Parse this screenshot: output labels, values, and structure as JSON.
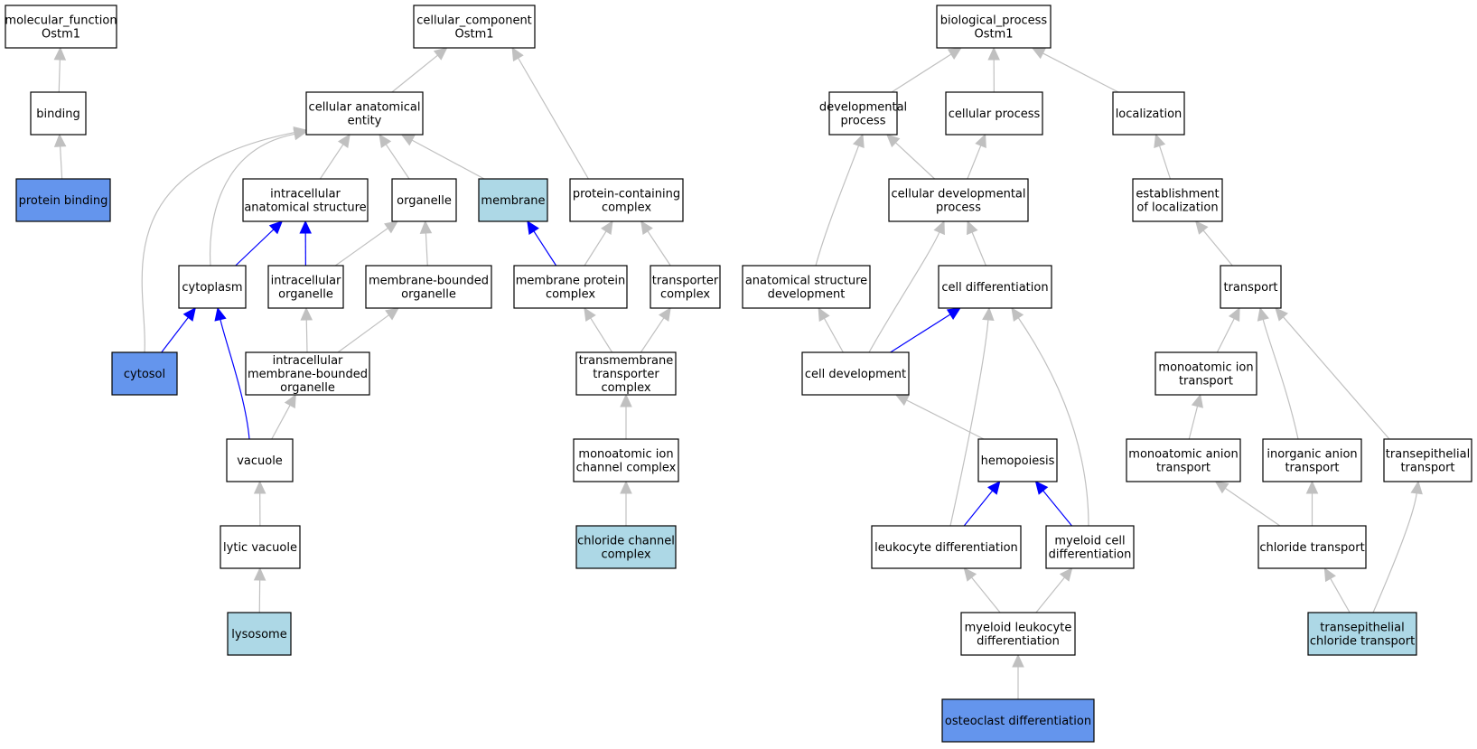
{
  "colors": {
    "node_default": "#ffffff",
    "node_light": "#add8e6",
    "node_dark": "#6495ed",
    "edge_grey": "#c0c0c0",
    "edge_blue": "#0000ff",
    "stroke": "#000000"
  },
  "nodes": [
    {
      "id": "mf",
      "lines": [
        "molecular_function",
        "Ostm1"
      ],
      "fill": "default"
    },
    {
      "id": "binding",
      "lines": [
        "binding"
      ],
      "fill": "default"
    },
    {
      "id": "protein_binding",
      "lines": [
        "protein binding"
      ],
      "fill": "dark"
    },
    {
      "id": "cc",
      "lines": [
        "cellular_component",
        "Ostm1"
      ],
      "fill": "default"
    },
    {
      "id": "cae",
      "lines": [
        "cellular anatomical",
        "entity"
      ],
      "fill": "default"
    },
    {
      "id": "ias",
      "lines": [
        "intracellular",
        "anatomical structure"
      ],
      "fill": "default"
    },
    {
      "id": "organelle",
      "lines": [
        "organelle"
      ],
      "fill": "default"
    },
    {
      "id": "membrane",
      "lines": [
        "membrane"
      ],
      "fill": "light"
    },
    {
      "id": "pcc",
      "lines": [
        "protein-containing",
        "complex"
      ],
      "fill": "default"
    },
    {
      "id": "cytoplasm",
      "lines": [
        "cytoplasm"
      ],
      "fill": "default"
    },
    {
      "id": "io",
      "lines": [
        "intracellular",
        "organelle"
      ],
      "fill": "default"
    },
    {
      "id": "mbo",
      "lines": [
        "membrane-bounded",
        "organelle"
      ],
      "fill": "default"
    },
    {
      "id": "mpc",
      "lines": [
        "membrane protein",
        "complex"
      ],
      "fill": "default"
    },
    {
      "id": "tc",
      "lines": [
        "transporter",
        "complex"
      ],
      "fill": "default"
    },
    {
      "id": "cytosol",
      "lines": [
        "cytosol"
      ],
      "fill": "dark"
    },
    {
      "id": "imbo",
      "lines": [
        "intracellular",
        "membrane-bounded",
        "organelle"
      ],
      "fill": "default"
    },
    {
      "id": "ttc",
      "lines": [
        "transmembrane",
        "transporter",
        "complex"
      ],
      "fill": "default"
    },
    {
      "id": "vacuole",
      "lines": [
        "vacuole"
      ],
      "fill": "default"
    },
    {
      "id": "micc",
      "lines": [
        "monoatomic ion",
        "channel complex"
      ],
      "fill": "default"
    },
    {
      "id": "lv",
      "lines": [
        "lytic vacuole"
      ],
      "fill": "default"
    },
    {
      "id": "ccc",
      "lines": [
        "chloride channel",
        "complex"
      ],
      "fill": "light"
    },
    {
      "id": "lysosome",
      "lines": [
        "lysosome"
      ],
      "fill": "light"
    },
    {
      "id": "bp",
      "lines": [
        "biological_process",
        "Ostm1"
      ],
      "fill": "default"
    },
    {
      "id": "dp",
      "lines": [
        "developmental",
        "process"
      ],
      "fill": "default"
    },
    {
      "id": "cp",
      "lines": [
        "cellular process"
      ],
      "fill": "default"
    },
    {
      "id": "loc",
      "lines": [
        "localization"
      ],
      "fill": "default"
    },
    {
      "id": "cdp",
      "lines": [
        "cellular developmental",
        "process"
      ],
      "fill": "default"
    },
    {
      "id": "eol",
      "lines": [
        "establishment",
        "of localization"
      ],
      "fill": "default"
    },
    {
      "id": "asd",
      "lines": [
        "anatomical structure",
        "development"
      ],
      "fill": "default"
    },
    {
      "id": "cdiff",
      "lines": [
        "cell differentiation"
      ],
      "fill": "default"
    },
    {
      "id": "transport",
      "lines": [
        "transport"
      ],
      "fill": "default"
    },
    {
      "id": "cdev",
      "lines": [
        "cell development"
      ],
      "fill": "default"
    },
    {
      "id": "mit",
      "lines": [
        "monoatomic ion",
        "transport"
      ],
      "fill": "default"
    },
    {
      "id": "hemo",
      "lines": [
        "hemopoiesis"
      ],
      "fill": "default"
    },
    {
      "id": "mat",
      "lines": [
        "monoatomic anion",
        "transport"
      ],
      "fill": "default"
    },
    {
      "id": "iat",
      "lines": [
        "inorganic anion",
        "transport"
      ],
      "fill": "default"
    },
    {
      "id": "tet",
      "lines": [
        "transepithelial",
        "transport"
      ],
      "fill": "default"
    },
    {
      "id": "ld",
      "lines": [
        "leukocyte differentiation"
      ],
      "fill": "default"
    },
    {
      "id": "mcd",
      "lines": [
        "myeloid cell",
        "differentiation"
      ],
      "fill": "default"
    },
    {
      "id": "clt",
      "lines": [
        "chloride transport"
      ],
      "fill": "default"
    },
    {
      "id": "mld",
      "lines": [
        "myeloid leukocyte",
        "differentiation"
      ],
      "fill": "default"
    },
    {
      "id": "tect",
      "lines": [
        "transepithelial",
        "chloride transport"
      ],
      "fill": "light"
    },
    {
      "id": "od",
      "lines": [
        "osteoclast differentiation"
      ],
      "fill": "dark"
    }
  ],
  "edges": [
    {
      "from": "binding",
      "to": "mf",
      "color": "grey"
    },
    {
      "from": "protein_binding",
      "to": "binding",
      "color": "grey"
    },
    {
      "from": "cae",
      "to": "cc",
      "color": "grey"
    },
    {
      "from": "pcc",
      "to": "cc",
      "color": "grey"
    },
    {
      "from": "ias",
      "to": "cae",
      "color": "grey"
    },
    {
      "from": "organelle",
      "to": "cae",
      "color": "grey"
    },
    {
      "from": "membrane",
      "to": "cae",
      "color": "grey"
    },
    {
      "from": "cytoplasm",
      "to": "cae",
      "color": "grey"
    },
    {
      "from": "cytosol",
      "to": "cae",
      "color": "grey"
    },
    {
      "from": "cytoplasm",
      "to": "ias",
      "color": "blue"
    },
    {
      "from": "io",
      "to": "ias",
      "color": "blue"
    },
    {
      "from": "io",
      "to": "organelle",
      "color": "grey"
    },
    {
      "from": "mbo",
      "to": "organelle",
      "color": "grey"
    },
    {
      "from": "mpc",
      "to": "membrane",
      "color": "blue"
    },
    {
      "from": "mpc",
      "to": "pcc",
      "color": "grey"
    },
    {
      "from": "tc",
      "to": "pcc",
      "color": "grey"
    },
    {
      "from": "cytosol",
      "to": "cytoplasm",
      "color": "blue"
    },
    {
      "from": "vacuole",
      "to": "cytoplasm",
      "color": "blue"
    },
    {
      "from": "imbo",
      "to": "io",
      "color": "grey"
    },
    {
      "from": "imbo",
      "to": "mbo",
      "color": "grey"
    },
    {
      "from": "ttc",
      "to": "mpc",
      "color": "grey"
    },
    {
      "from": "ttc",
      "to": "tc",
      "color": "grey"
    },
    {
      "from": "vacuole",
      "to": "imbo",
      "color": "grey"
    },
    {
      "from": "micc",
      "to": "ttc",
      "color": "grey"
    },
    {
      "from": "lv",
      "to": "vacuole",
      "color": "grey"
    },
    {
      "from": "ccc",
      "to": "micc",
      "color": "grey"
    },
    {
      "from": "lysosome",
      "to": "lv",
      "color": "grey"
    },
    {
      "from": "dp",
      "to": "bp",
      "color": "grey"
    },
    {
      "from": "cp",
      "to": "bp",
      "color": "grey"
    },
    {
      "from": "loc",
      "to": "bp",
      "color": "grey"
    },
    {
      "from": "cdp",
      "to": "dp",
      "color": "grey"
    },
    {
      "from": "cdp",
      "to": "cp",
      "color": "grey"
    },
    {
      "from": "asd",
      "to": "dp",
      "color": "grey"
    },
    {
      "from": "eol",
      "to": "loc",
      "color": "grey"
    },
    {
      "from": "cdiff",
      "to": "cdp",
      "color": "grey"
    },
    {
      "from": "cdev",
      "to": "cdp",
      "color": "grey"
    },
    {
      "from": "transport",
      "to": "eol",
      "color": "grey"
    },
    {
      "from": "cdev",
      "to": "asd",
      "color": "grey"
    },
    {
      "from": "cdev",
      "to": "cdiff",
      "color": "blue"
    },
    {
      "from": "ld",
      "to": "cdiff",
      "color": "grey"
    },
    {
      "from": "mcd",
      "to": "cdiff",
      "color": "grey"
    },
    {
      "from": "hemo",
      "to": "cdev",
      "color": "grey"
    },
    {
      "from": "mit",
      "to": "transport",
      "color": "grey"
    },
    {
      "from": "iat",
      "to": "transport",
      "color": "grey"
    },
    {
      "from": "tet",
      "to": "transport",
      "color": "grey"
    },
    {
      "from": "ld",
      "to": "hemo",
      "color": "blue"
    },
    {
      "from": "mcd",
      "to": "hemo",
      "color": "blue"
    },
    {
      "from": "mat",
      "to": "mit",
      "color": "grey"
    },
    {
      "from": "clt",
      "to": "mat",
      "color": "grey"
    },
    {
      "from": "clt",
      "to": "iat",
      "color": "grey"
    },
    {
      "from": "tect",
      "to": "clt",
      "color": "grey"
    },
    {
      "from": "tect",
      "to": "tet",
      "color": "grey"
    },
    {
      "from": "mld",
      "to": "ld",
      "color": "grey"
    },
    {
      "from": "mld",
      "to": "mcd",
      "color": "grey"
    },
    {
      "from": "od",
      "to": "mld",
      "color": "grey"
    }
  ]
}
